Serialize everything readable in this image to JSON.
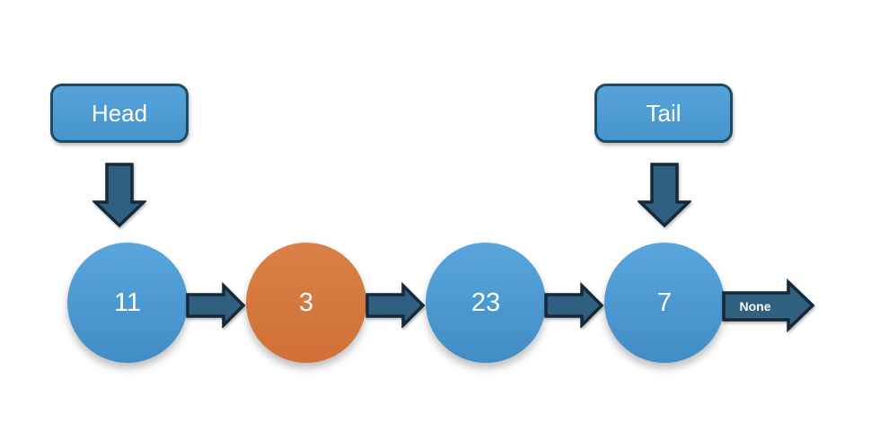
{
  "diagram": {
    "kind": "singly-linked-list",
    "pointers": {
      "head": "Head",
      "tail": "Tail"
    },
    "nodes": [
      {
        "value": "11",
        "color": "blue"
      },
      {
        "value": "3",
        "color": "orange"
      },
      {
        "value": "23",
        "color": "blue"
      },
      {
        "value": "7",
        "color": "blue"
      }
    ],
    "terminator": {
      "label": "None"
    }
  },
  "colors": {
    "background": "#FFFFFF",
    "box_fill_top": "#55A3D9",
    "box_fill_bottom": "#4695CD",
    "box_border": "#1F4A63",
    "arrow_fill": "#30607F",
    "arrow_border": "#16293A",
    "node_blue_top": "#59A5DD",
    "node_blue_bottom": "#418CC5",
    "node_orange_top": "#DA8147",
    "node_orange_bottom": "#CF7038",
    "text": "#FFFFFF"
  }
}
